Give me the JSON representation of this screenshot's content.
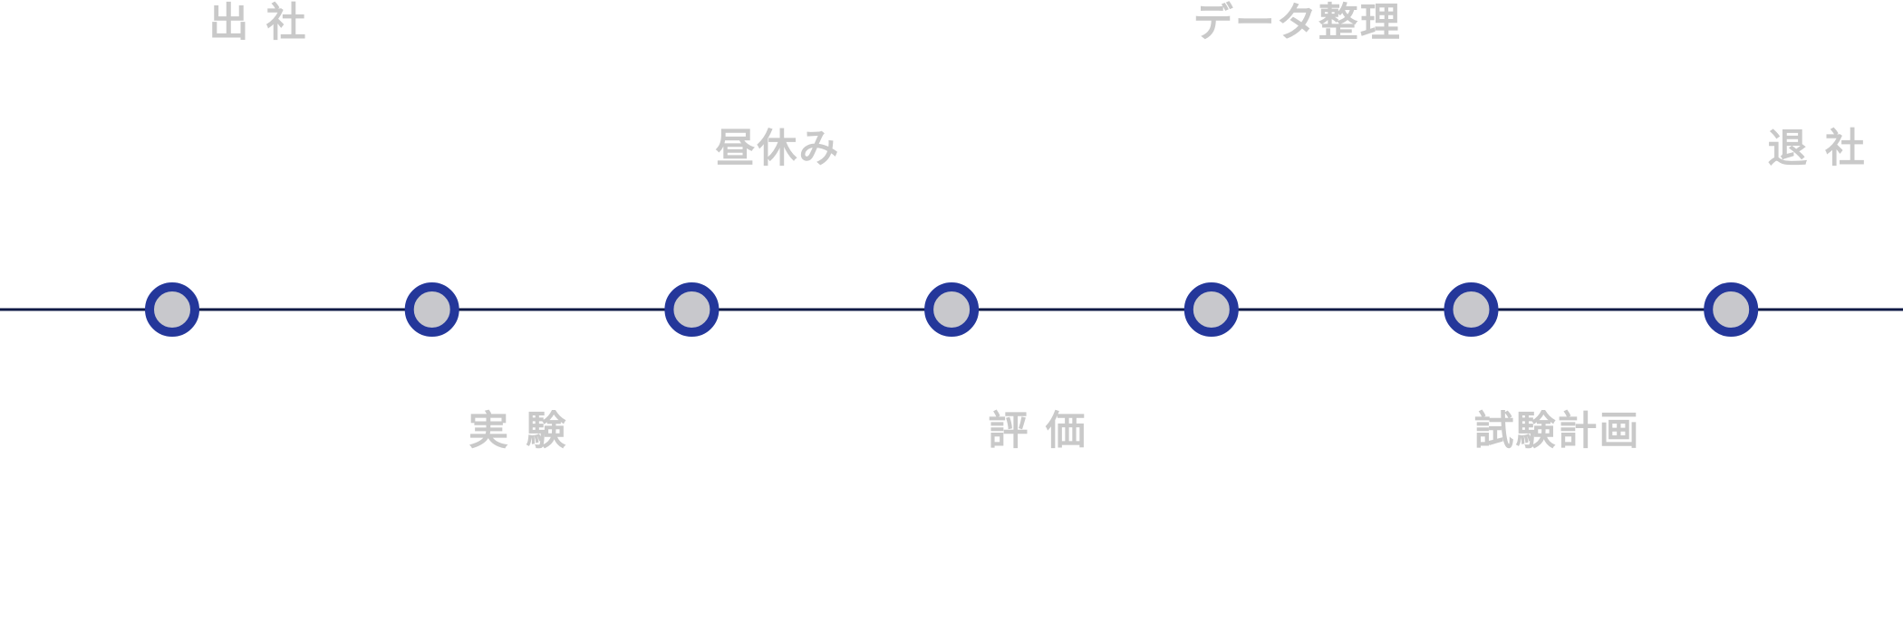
{
  "colors": {
    "background": "#ffffff",
    "line": "#0f1a45",
    "node_ring": "#24379a",
    "node_fill": "#c8c8cc",
    "label": "#c9c9c9"
  },
  "events": [
    {
      "label": "出 社",
      "position": "above-high"
    },
    {
      "label": "実 験",
      "position": "below"
    },
    {
      "label": "昼休み",
      "position": "above-low"
    },
    {
      "label": "評 価",
      "position": "below"
    },
    {
      "label": "データ整理",
      "position": "above-high"
    },
    {
      "label": "試験計画",
      "position": "below"
    },
    {
      "label": "退 社",
      "position": "above-low"
    }
  ]
}
